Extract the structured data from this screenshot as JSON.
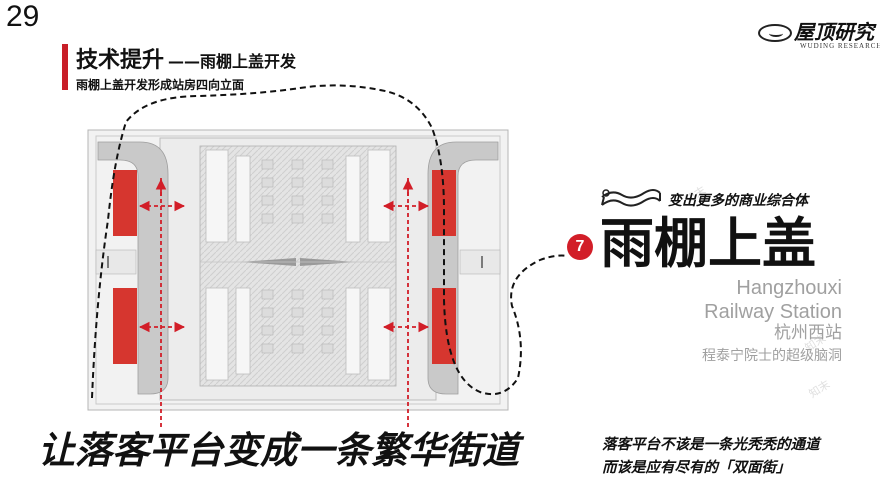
{
  "page_number": "29",
  "header": {
    "title_main": "技术提升",
    "title_separator": "——",
    "title_sub": "雨棚上盖开发",
    "subtitle": "雨棚上盖开发形成站房四向立面"
  },
  "logo": {
    "text_cn": "屋顶研究",
    "text_en": "WUDING RESEARCH"
  },
  "feature": {
    "badge_number": "7",
    "tagline": "变出更多的商业综合体",
    "big_title": "雨棚上盖",
    "english_line1": "Hangzhouxi",
    "english_line2": "Railway Station",
    "station_cn": "杭州西站",
    "academic": "程泰宁院士的超级脑洞"
  },
  "bottom": {
    "main_text": "让落客平台变成一条繁华街道",
    "note_line1": "落客平台不该是一条光秃秃的通道",
    "note_line2": "而该是应有尽有的「双面街」"
  },
  "colors": {
    "accent_red": "#d21e28",
    "block_red": "#d6362f",
    "plan_grey": "#c9c9c9",
    "secondary_text": "#a0a0a0"
  },
  "icons": [
    "scroll-ribbon-icon"
  ]
}
